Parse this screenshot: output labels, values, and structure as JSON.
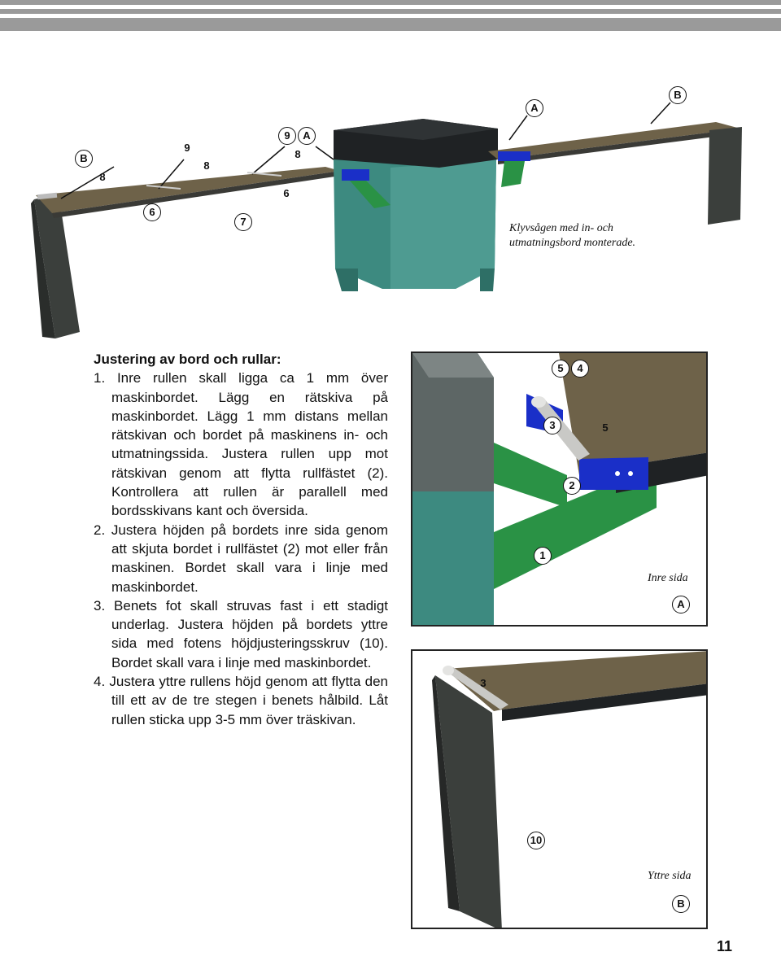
{
  "header": {
    "bar_color": "#9a9a9a"
  },
  "top_figure": {
    "caption_line1": "Klyvsågen med in- och",
    "caption_line2": "utmatningsbord monterade.",
    "callouts": {
      "b_left": "B",
      "eight_left": "8",
      "nine_left": "9",
      "eight_mid": "8",
      "nine_right": "9",
      "a_mid": "A",
      "eight_right": "8",
      "six_left": "6",
      "seven": "7",
      "six_right": "6",
      "a_top": "A",
      "b_top": "B"
    }
  },
  "instructions": {
    "title": "Justering av bord och rullar:",
    "items": [
      "1. Inre rullen skall ligga ca 1 mm över maskinbordet. Lägg en rätskiva på maskinbordet. Lägg 1 mm distans mellan rätskivan och bordet på maskinens in- och utmatningssida. Justera rullen upp mot rätskivan genom att flytta rullfästet (2). Kontrollera att rullen är parallell med bordsskivans kant och översida.",
      "2. Justera höjden på bordets inre sida genom att skjuta bordet i rullfästet (2) mot eller från maskinen. Bordet skall vara i linje med maskinbordet.",
      "3. Benets fot skall struvas fast i ett stadigt underlag. Justera höjden på bordets yttre sida med fotens höjdjusteringsskruv (10). Bordet skall vara i linje med maskinbordet.",
      "4. Justera yttre rullens höjd genom att flytta den till ett av de tre stegen i benets hålbild. Låt rullen sticka upp 3-5 mm över träskivan."
    ]
  },
  "detail_inner": {
    "caption": "Inre sida",
    "letter": "A",
    "callouts": {
      "five_top": "5",
      "four_top": "4",
      "three": "3",
      "five_right": "5",
      "two": "2",
      "one": "1"
    }
  },
  "detail_outer": {
    "caption": "Yttre sida",
    "letter": "B",
    "callouts": {
      "three": "3",
      "ten": "10"
    }
  },
  "page_number": "11",
  "colors": {
    "machine_teal": "#3d8a80",
    "bracket_green": "#2a9245",
    "roller_blue": "#1a2fc8",
    "wood": "#6e6249",
    "leg_dark": "#3b3f3c"
  }
}
